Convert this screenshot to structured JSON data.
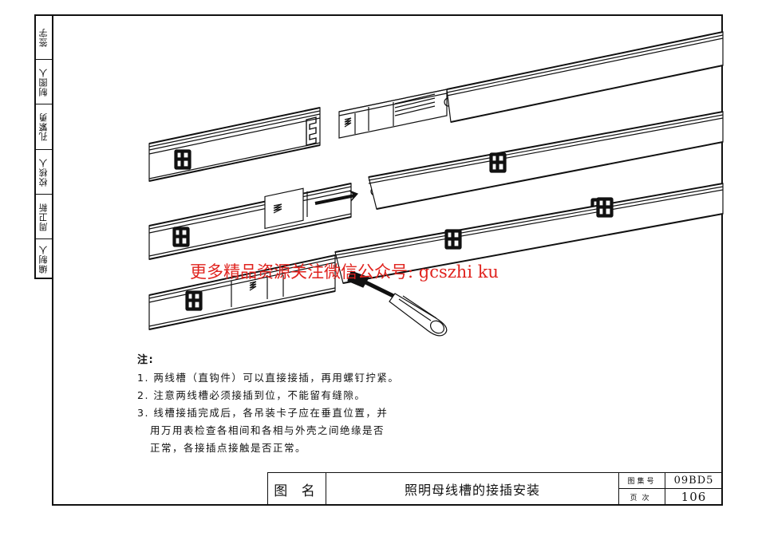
{
  "side_strip": {
    "cells": [
      {
        "role": "signature",
        "label": "签字"
      },
      {
        "role": "label",
        "label": "制图人"
      },
      {
        "role": "signature",
        "label": "孔繁勇"
      },
      {
        "role": "label",
        "label": "校核人"
      },
      {
        "role": "signature",
        "label": "周卫新"
      },
      {
        "role": "label",
        "label": "编制人"
      }
    ]
  },
  "drawing": {
    "description": "照明母线槽接插安装示意图（三个步骤）",
    "stages": [
      {
        "step": 1,
        "state": "两线槽对准，准备插接"
      },
      {
        "step": 2,
        "state": "直钩件插入，箭头示意推进方向"
      },
      {
        "step": 3,
        "state": "插接到位，用螺丝刀拧紧螺钉"
      }
    ]
  },
  "watermark": "更多精品资源关注微信公众号: gcszhi ku",
  "notes": {
    "title": "注:",
    "items": [
      "1. 两线槽（直钩件）可以直接接插，再用螺钉拧紧。",
      "2. 注意两线槽必须接插到位，不能留有缝隙。",
      "3. 线槽接插完成后，各吊装卡子应在垂直位置，并"
    ],
    "item3_cont": [
      "用万用表检查各相间和各相与外壳之间绝缘是否",
      "正常，各接插点接触是否正常。"
    ]
  },
  "title_block": {
    "label": "图 名",
    "drawing_name": "照明母线槽的接插安装",
    "atlas_no_label": "图集号",
    "atlas_no": "09BD5",
    "page_label": "页次",
    "page": "106"
  },
  "colors": {
    "line": "#111111",
    "watermark": "#e0231e",
    "paper": "#ffffff"
  }
}
